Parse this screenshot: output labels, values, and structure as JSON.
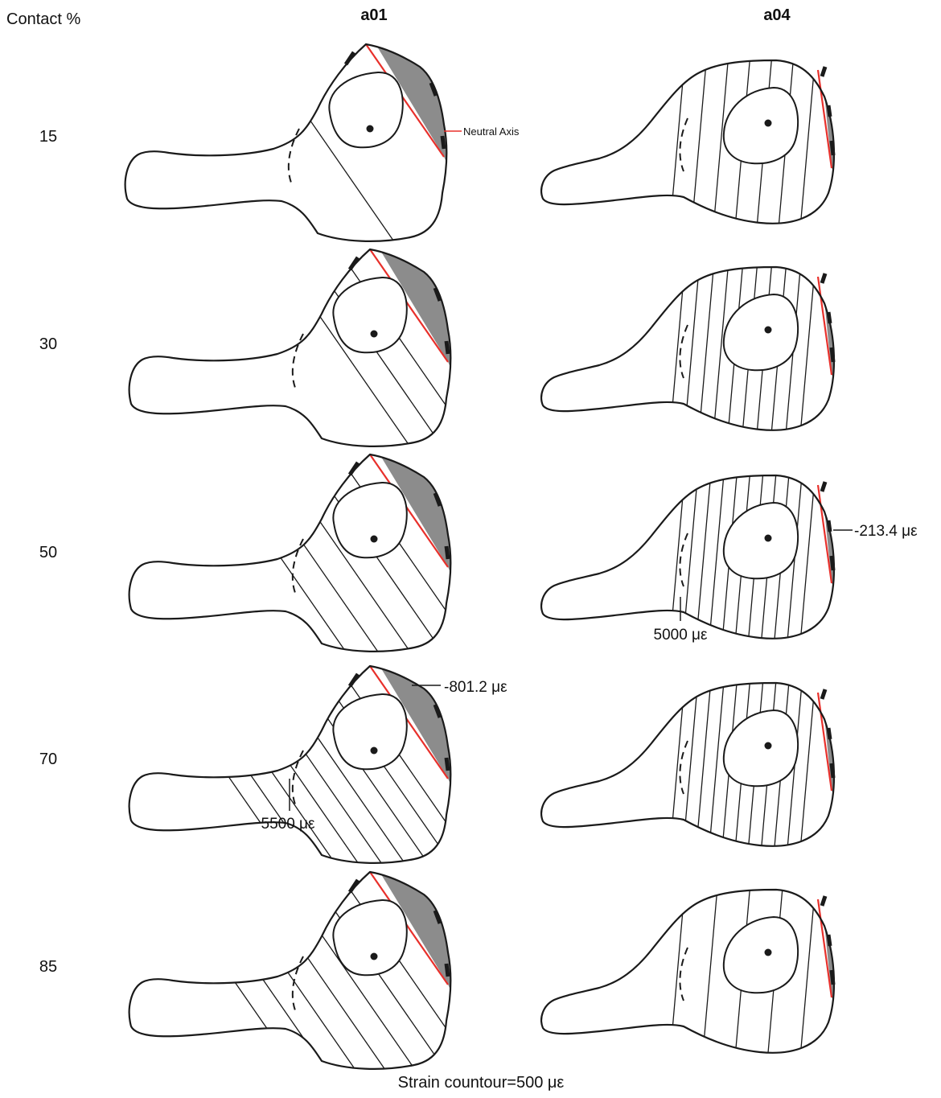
{
  "figure": {
    "row_header": "Contact %",
    "columns": [
      {
        "label": "a01"
      },
      {
        "label": "a04"
      }
    ],
    "rows": [
      {
        "contact": "15"
      },
      {
        "contact": "30"
      },
      {
        "contact": "50"
      },
      {
        "contact": "70"
      },
      {
        "contact": "85"
      }
    ],
    "neutral_axis_label": "Neutral Axis",
    "annotations": {
      "a04_50_compression": "-213.4 με",
      "a04_50_tension": "5000 με",
      "a01_70_compression": "-801.2 με",
      "a01_70_tension": "5500 με"
    },
    "footer": "Strain countour=500 με"
  },
  "colors": {
    "outline": "#1a1a1a",
    "neutral_axis": "#e8302b",
    "compression_fill": "#8c8c8c",
    "background": "#ffffff"
  },
  "contour_counts": {
    "a01": [
      1,
      3,
      5,
      9,
      7
    ],
    "a04": [
      7,
      10,
      11,
      11,
      5
    ]
  }
}
